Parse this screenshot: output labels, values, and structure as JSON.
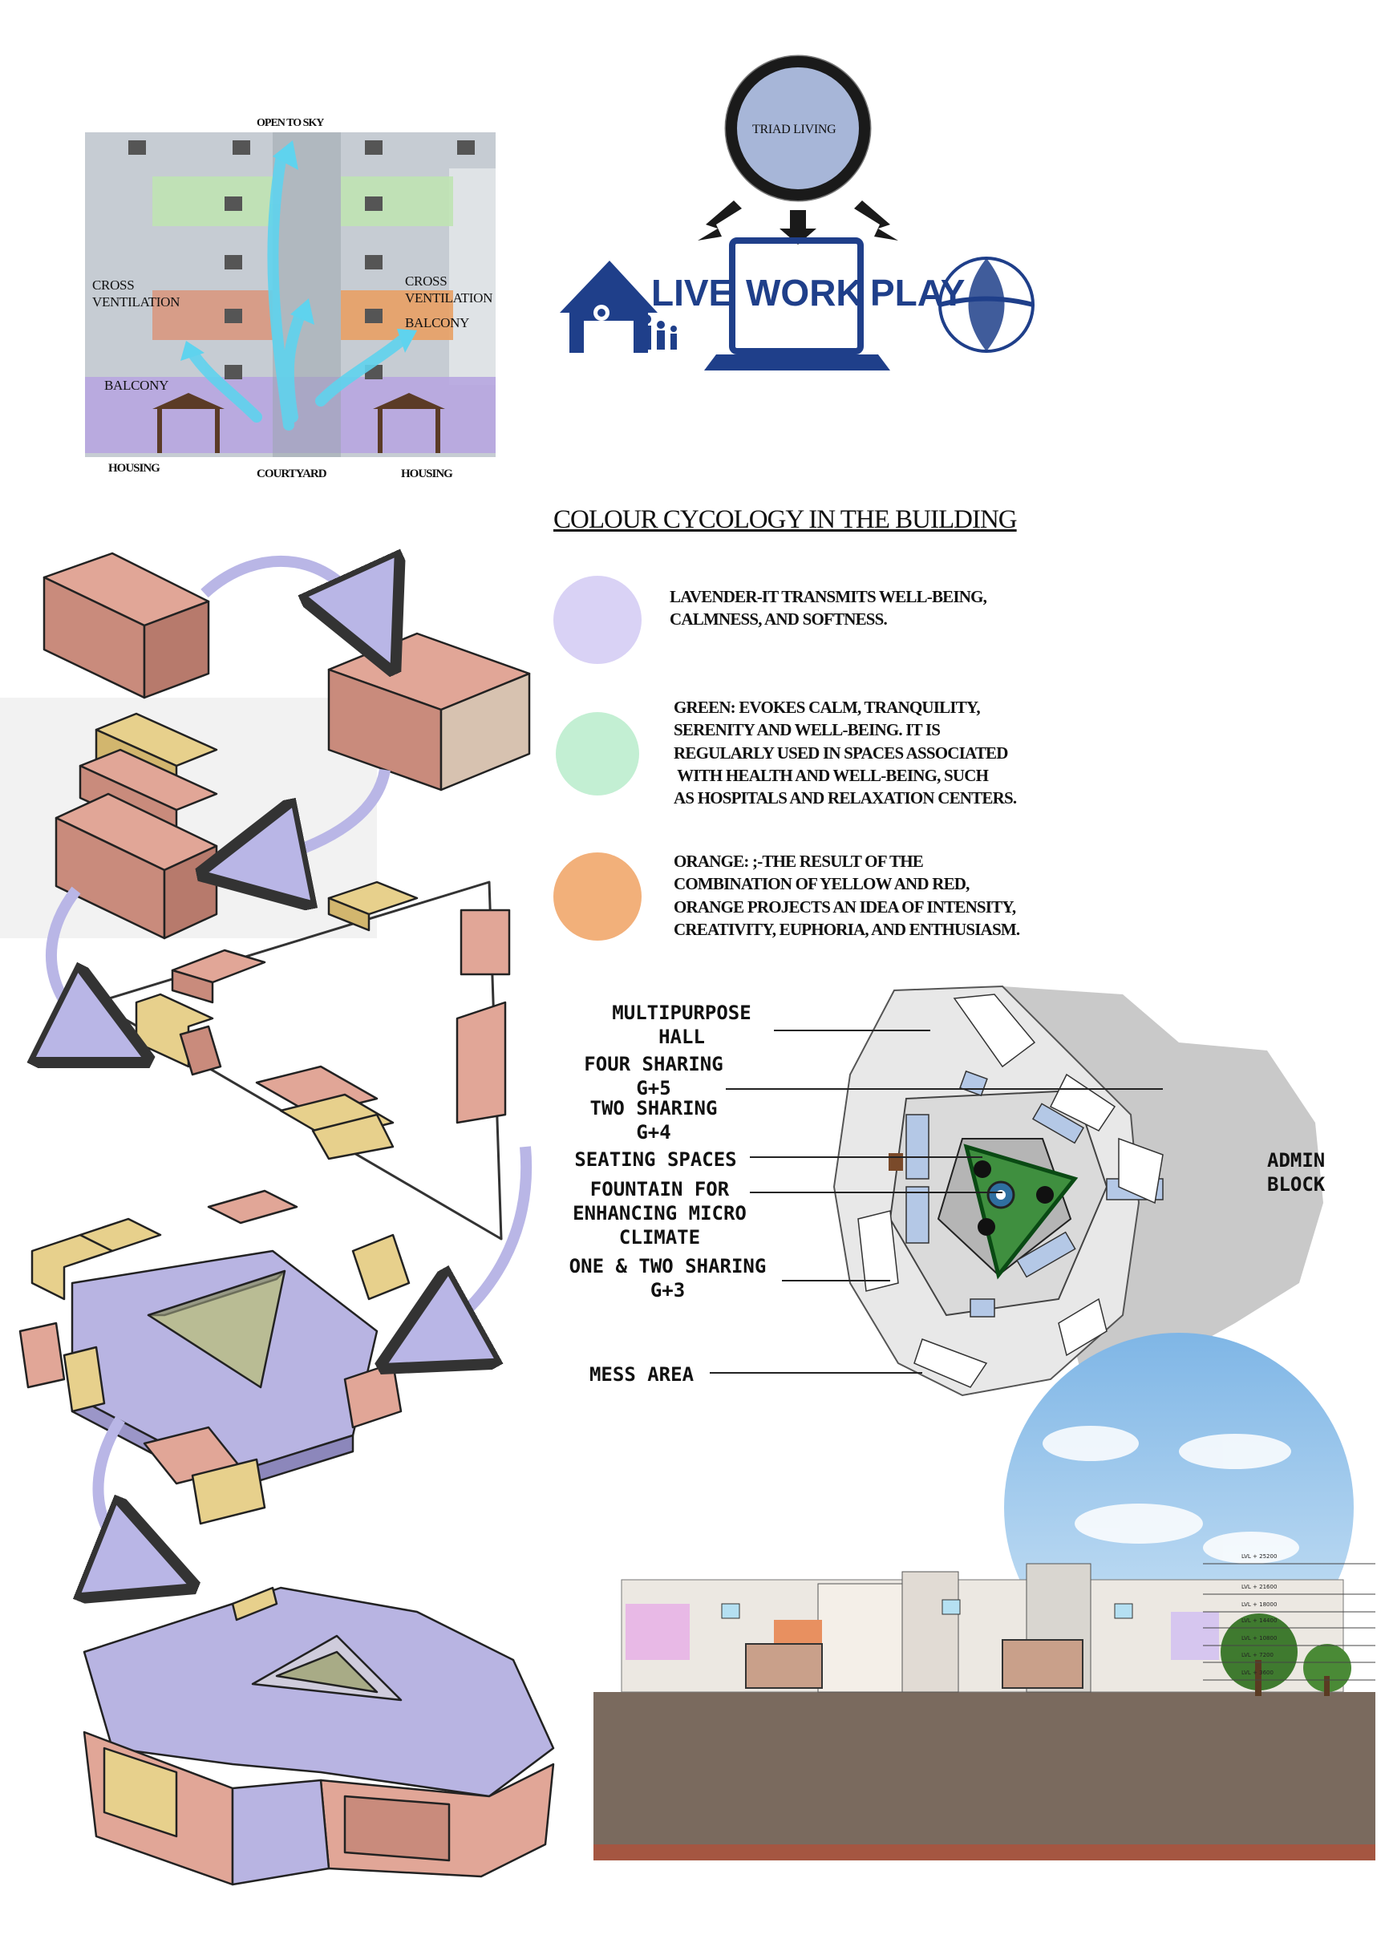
{
  "courtyard_section": {
    "open_to_sky": "OPEN TO SKY",
    "cross_left": "CROSS\nVENTILATION",
    "cross_right": "CROSS\nVENTILATION",
    "balcony_right": "BALCONY",
    "balcony_left": "BALCONY",
    "housing_left": "HOUSING",
    "courtyard": "COURTYARD",
    "housing_right": "HOUSING"
  },
  "triad": {
    "center": "TRIAD LIVING",
    "live": "LIVE",
    "work": "WORK",
    "play": "PLAY"
  },
  "colour": {
    "title": "COLOUR CYCOLOGY IN THE BUILDING",
    "items": [
      {
        "text": "LAVENDER-IT TRANSMITS WELL-BEING,\nCALMNESS, AND SOFTNESS.",
        "color": "#d9d2f5"
      },
      {
        "text": "GREEN: EVOKES CALM, TRANQUILITY,\nSERENITY AND WELL-BEING. IT IS\nREGULARLY USED IN SPACES ASSOCIATED\n WITH HEALTH AND WELL-BEING, SUCH\nAS HOSPITALS AND RELAXATION CENTERS.",
        "color": "#c3efd3"
      },
      {
        "text": "ORANGE: ;-THE RESULT OF THE\nCOMBINATION OF YELLOW AND RED,\nORANGE PROJECTS AN IDEA OF INTENSITY,\nCREATIVITY, EUPHORIA, AND ENTHUSIASM.",
        "color": "#f2b07a"
      }
    ]
  },
  "plan": {
    "multipurpose": "MULTIPURPOSE\nHALL",
    "four_sharing": "FOUR SHARING\nG+5",
    "two_sharing": "TWO SHARING\nG+4",
    "seating": "SEATING SPACES",
    "fountain": "FOUNTAIN FOR\nENHANCING MICRO\nCLIMATE",
    "one_two": "ONE & TWO SHARING\nG+3",
    "mess": "MESS AREA",
    "admin": "ADMIN\nBLOCK"
  },
  "section": {
    "levels": [
      "LVL + 25200",
      "LVL + 21600",
      "LVL + 18000",
      "LVL + 14400",
      "LVL + 10800",
      "LVL + 7200",
      "LVL + 3600"
    ]
  }
}
